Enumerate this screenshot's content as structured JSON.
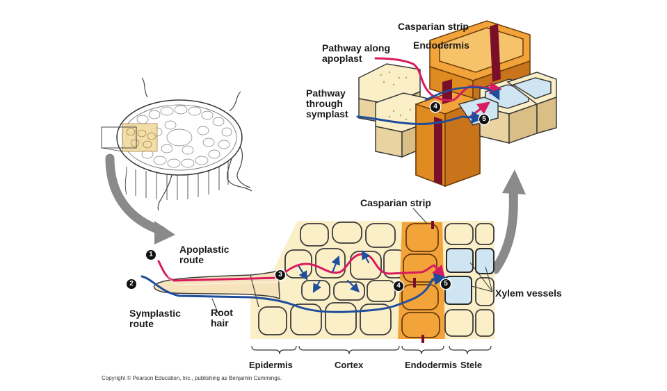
{
  "labels": {
    "apoplastic_route": [
      "Apoplastic",
      "route"
    ],
    "symplastic_route": [
      "Symplastic",
      "route"
    ],
    "root_hair": [
      "Root",
      "hair"
    ],
    "casparian_strip_lower": "Casparian strip",
    "casparian_strip_upper": "Casparian strip",
    "endodermis_upper": "Endodermis",
    "pathway_apoplast": [
      "Pathway along",
      "apoplast"
    ],
    "pathway_symplast": [
      "Pathway",
      "through",
      "symplast"
    ],
    "xylem_vessels": "Xylem vessels",
    "regions": [
      "Epidermis",
      "Cortex",
      "Endodermis",
      "Stele"
    ]
  },
  "markers": {
    "m1": "1",
    "m2": "2",
    "m3": "3",
    "m4_lower": "4",
    "m5_lower": "5",
    "m4_upper": "4",
    "m5_upper": "5"
  },
  "copyright": "Copyright © Pearson Education, Inc., publishing as Benjamin Cummings.",
  "colors": {
    "apoplast_path": "#d81b60",
    "symplast_path": "#1f4e9c",
    "cell_fill": "#fbefc8",
    "endodermis_fill": "#f2a33a",
    "casparian_strip": "#7a0f2a",
    "xylem_fill": "#cfe6f2",
    "arrow_gray": "#8a8a8a"
  }
}
